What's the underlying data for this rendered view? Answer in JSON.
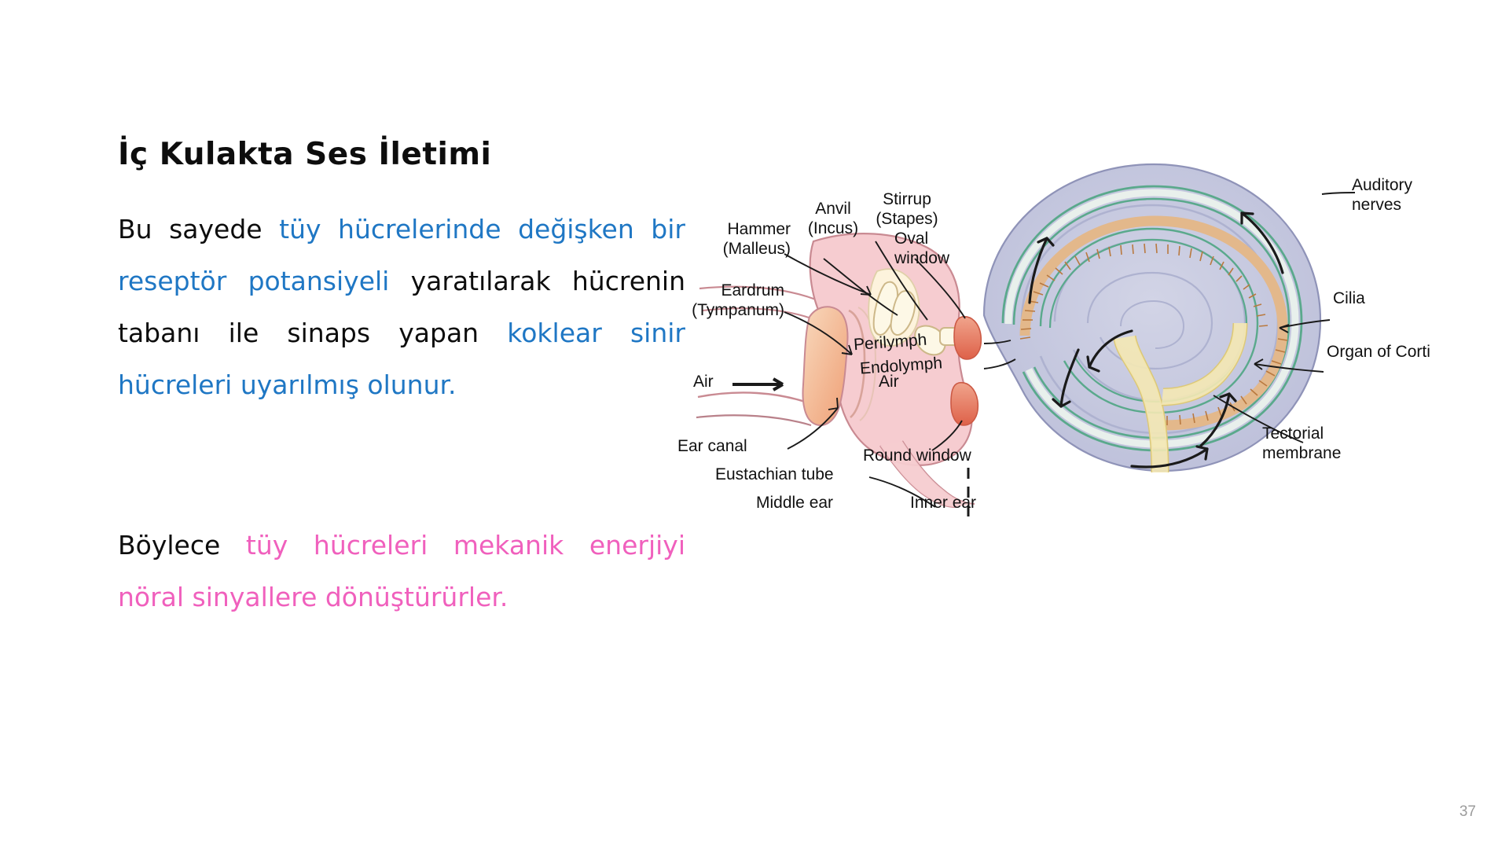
{
  "slide": {
    "title": "İç Kulakta Ses İletimi",
    "page_number": "37",
    "colors": {
      "text_black": "#0d0d0d",
      "accent_blue": "#1f77c4",
      "accent_pink": "#f060bd",
      "page_number_gray": "#9b9b9b"
    }
  },
  "paragraphs": [
    {
      "id": "para-1",
      "runs": [
        {
          "text": "Bu sayede ",
          "color": "black"
        },
        {
          "text": "tüy hücrelerinde değişken bir reseptör potansiyeli ",
          "color": "blue"
        },
        {
          "text": "yaratılarak hücrenin tabanı ile sinaps yapan ",
          "color": "black"
        },
        {
          "text": "koklear sinir hücreleri uyarılmış olunur.",
          "color": "blue"
        }
      ]
    },
    {
      "id": "para-2",
      "runs": [
        {
          "text": "Böylece ",
          "color": "black"
        },
        {
          "text": "tüy hücreleri mekanik enerjiyi nöral sinyallere dönüştürürler.",
          "color": "pink"
        }
      ]
    }
  ],
  "diagram": {
    "name": "ear-anatomy-diagram",
    "caption_labels": [
      {
        "key": "hammer",
        "text": "Hammer\n(Malleus)"
      },
      {
        "key": "anvil",
        "text": "Anvil\n(Incus)"
      },
      {
        "key": "stirrup",
        "text": "Stirrup\n(Stapes)"
      },
      {
        "key": "oval_window",
        "text": "Oval\nwindow"
      },
      {
        "key": "eardrum",
        "text": "Eardrum\n(Tympanum)"
      },
      {
        "key": "air_left",
        "text": "Air"
      },
      {
        "key": "air_middle",
        "text": "Air"
      },
      {
        "key": "ear_canal",
        "text": "Ear canal"
      },
      {
        "key": "eustachian_tube",
        "text": "Eustachian tube"
      },
      {
        "key": "round_window",
        "text": "Round window"
      },
      {
        "key": "middle_ear",
        "text": "Middle ear"
      },
      {
        "key": "inner_ear",
        "text": "Inner ear"
      },
      {
        "key": "perilymph",
        "text": "Perilymph"
      },
      {
        "key": "endolymph",
        "text": "Endolymph"
      },
      {
        "key": "auditory_nerves",
        "text": "Auditory\nnerves"
      },
      {
        "key": "cilia",
        "text": "Cilia"
      },
      {
        "key": "organ_of_corti",
        "text": "Organ of Corti"
      },
      {
        "key": "tectorial",
        "text": "Tectorial\nmembrane"
      }
    ],
    "palette": {
      "tissue_pink": "#f6ccd0",
      "tissue_pink_edge": "#c98a92",
      "canal_orange": "#f3b793",
      "window_red": "#e8705a",
      "cochlea_fill": "#c3c6de",
      "cochlea_edge": "#8f93b8",
      "duct_green": "#5aa98c",
      "duct_pale": "#eef7ef",
      "nerve_yellow": "#f0e3a8",
      "nerve_yellow_edge": "#d9c878",
      "cilia_tan": "#d9a06a"
    }
  }
}
